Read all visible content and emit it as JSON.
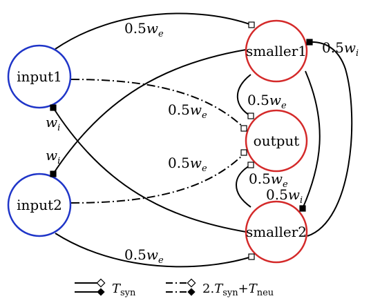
{
  "nodes": {
    "input1": {
      "label": "input1",
      "color": "#1f35c8"
    },
    "input2": {
      "label": "input2",
      "color": "#1f35c8"
    },
    "smaller1": {
      "label": "smaller1",
      "color": "#d42a2a"
    },
    "output": {
      "label": "output",
      "color": "#d42a2a"
    },
    "smaller2": {
      "label": "smaller2",
      "color": "#d42a2a"
    }
  },
  "edges": {
    "in1_s1": {
      "label_num": "0.5",
      "label_var": "w",
      "label_sub": "e"
    },
    "in2_s2": {
      "label_num": "0.5",
      "label_var": "w",
      "label_sub": "e"
    },
    "in1_out": {
      "label_num": "0.5",
      "label_var": "w",
      "label_sub": "e"
    },
    "in2_out": {
      "label_num": "0.5",
      "label_var": "w",
      "label_sub": "e"
    },
    "s1_out": {
      "label_num": "0.5",
      "label_var": "w",
      "label_sub": "e"
    },
    "s2_out": {
      "label_num": "0.5",
      "label_var": "w",
      "label_sub": "e"
    },
    "s1_s2": {
      "label_num": "0.5",
      "label_var": "w",
      "label_sub": "i"
    },
    "s2_s1": {
      "label_num": "0.5",
      "label_var": "w",
      "label_sub": "i"
    },
    "s1_in2": {
      "label_num": "",
      "label_var": "w",
      "label_sub": "i"
    },
    "s2_in1": {
      "label_num": "",
      "label_var": "w",
      "label_sub": "i"
    }
  },
  "legend": {
    "solid": {
      "var": "T",
      "sub": "syn"
    },
    "dashdot": {
      "prefix": "2.",
      "var1": "T",
      "sub1": "syn",
      "plus": "+",
      "var2": "T",
      "sub2": "neu"
    }
  },
  "colors": {
    "input_stroke": "#1f35c8",
    "neuron_stroke": "#d42a2a",
    "edge": "#000000",
    "excitatory_marker": "#ffffff",
    "inhibitory_marker": "#000000"
  }
}
